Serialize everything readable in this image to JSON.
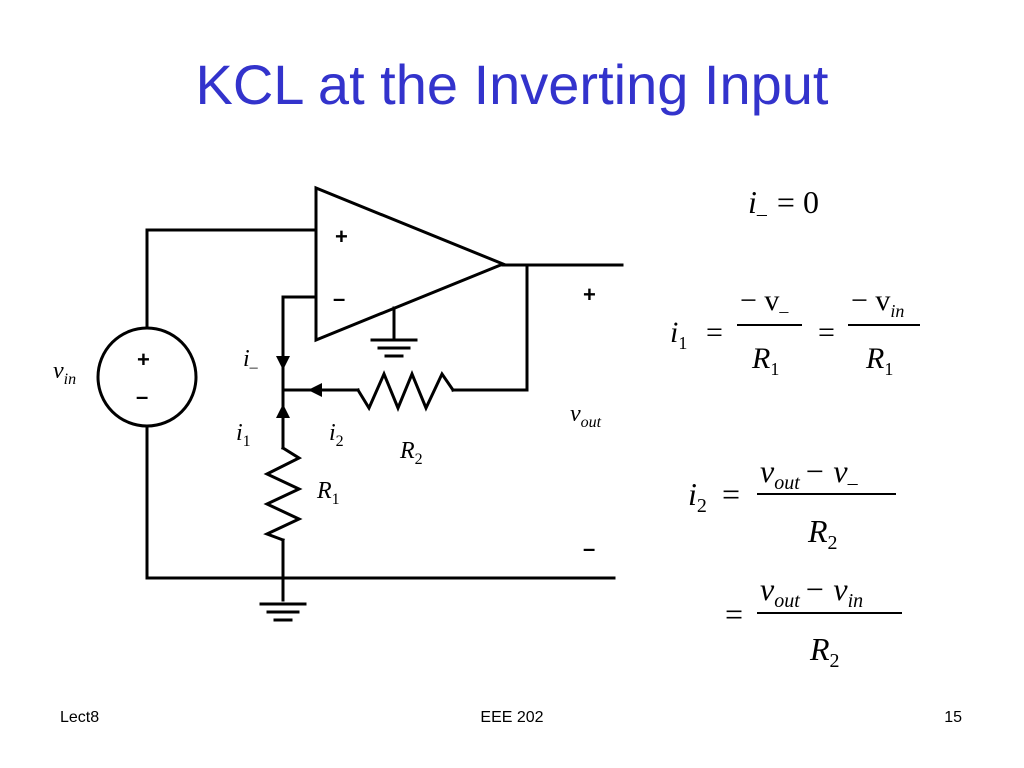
{
  "slide": {
    "title": "KCL at the Inverting Input",
    "footer": {
      "left": "Lect8",
      "center": "EEE 202",
      "right": "15"
    }
  },
  "circuit": {
    "source": {
      "label_main": "v",
      "label_sub": "in",
      "plus": "+",
      "minus": "–"
    },
    "opamp": {
      "plus": "+",
      "minus": "–"
    },
    "output": {
      "plus": "+",
      "minus": "–",
      "label_main": "v",
      "label_sub": "out"
    },
    "currents": {
      "i_minus": {
        "main": "i",
        "sub": "–"
      },
      "i1": {
        "main": "i",
        "sub": "1"
      },
      "i2": {
        "main": "i",
        "sub": "2"
      }
    },
    "resistors": {
      "R1": {
        "main": "R",
        "sub": "1"
      },
      "R2": {
        "main": "R",
        "sub": "2"
      }
    }
  },
  "equations": {
    "eq1": {
      "lhs_main": "i",
      "lhs_sub": "–",
      "rhs": "= 0"
    },
    "eq2": {
      "lhs_main": "i",
      "lhs_sub": "1",
      "eq_sign": "=",
      "num1_main": "− v",
      "num1_sub": "–",
      "den1_main": "R",
      "den1_sub": "1",
      "eq_sign2": "=",
      "num2_main": "− v",
      "num2_sub": "in",
      "den2_main": "R",
      "den2_sub": "1"
    },
    "eq3": {
      "lhs_main": "i",
      "lhs_sub": "2",
      "eq_sign": "=",
      "num_a_main": "v",
      "num_a_sub": "out",
      "num_b_main": "− v",
      "num_b_sub": "–",
      "den_main": "R",
      "den_sub": "2"
    },
    "eq4": {
      "eq_sign": "=",
      "num_a_main": "v",
      "num_a_sub": "out",
      "num_b_main": "− v",
      "num_b_sub": "in",
      "den_main": "R",
      "den_sub": "2"
    }
  }
}
